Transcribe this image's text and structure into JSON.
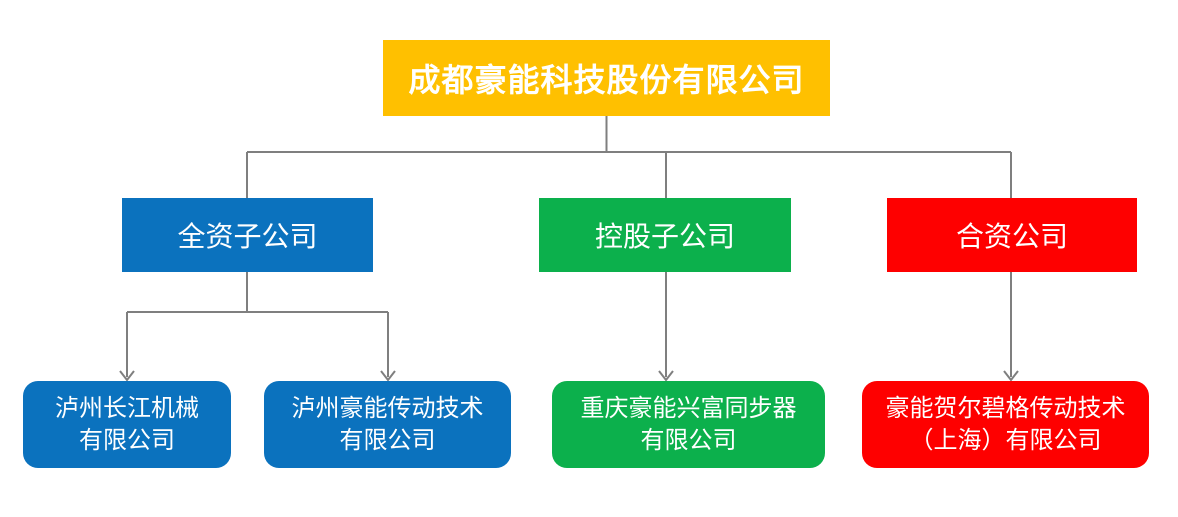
{
  "diagram": {
    "connector_color": "#7F7F7F",
    "root": {
      "label": "成都豪能科技股份有限公司",
      "color": "#FFC000"
    },
    "categories": [
      {
        "label": "全资子公司",
        "color": "#0B72BE"
      },
      {
        "label": "控股子公司",
        "color": "#0CB04C"
      },
      {
        "label": "合资公司",
        "color": "#FE0000"
      }
    ],
    "subsidiaries": [
      {
        "label": "泸州长江机械\n有限公司",
        "parent": "全资子公司",
        "color": "#0B72BE"
      },
      {
        "label": "泸州豪能传动技术\n有限公司",
        "parent": "全资子公司",
        "color": "#0B72BE"
      },
      {
        "label": "重庆豪能兴富同步器\n有限公司",
        "parent": "控股子公司",
        "color": "#0CB04C"
      },
      {
        "label": "豪能贺尔碧格传动技术\n（上海）有限公司",
        "parent": "合资公司",
        "color": "#FE0000"
      }
    ]
  }
}
